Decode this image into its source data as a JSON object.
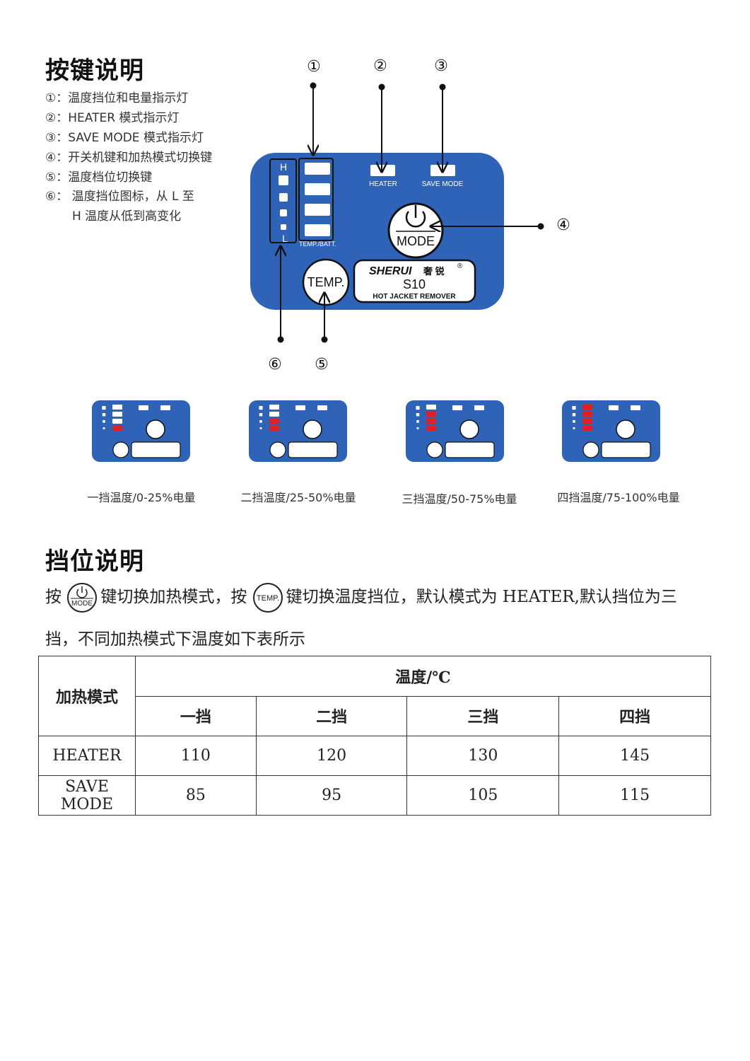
{
  "section1": {
    "title": "按键说明",
    "legend": [
      "①：温度挡位和电量指示灯",
      "②：HEATER 模式指示灯",
      "③：SAVE MODE  模式指示灯",
      "④：开关机键和加热模式切换键",
      "⑤：温度档位切换键",
      "⑥：  温度挡位图标，从 L 至",
      "H 温度从低到高变化"
    ]
  },
  "callouts": [
    "①",
    "②",
    "③",
    "④",
    "⑤",
    "⑥"
  ],
  "panel": {
    "color": "#2e63b8",
    "h_label": "H",
    "l_label": "L",
    "temp_batt_label": "TEMP./BATT.",
    "heater_label": "HEATER",
    "save_mode_label": "SAVE MODE",
    "mode_label": "MODE",
    "temp_label": "TEMP.",
    "brand": "SHERUI",
    "brand_cn": "奢 锐",
    "registered": "®",
    "model": "S10",
    "product": "HOT JACKET REMOVER"
  },
  "levels": [
    {
      "caption": "一挡温度/0-25%电量",
      "lit_bars": 1
    },
    {
      "caption": "二挡温度/25-50%电量",
      "lit_bars": 2
    },
    {
      "caption": "三挡温度/50-75%电量",
      "lit_bars": 3
    },
    {
      "caption": "四挡温度/75-100%电量",
      "lit_bars": 4
    }
  ],
  "colors": {
    "lit": "#e02020",
    "unlit": "#ffffff"
  },
  "section2": {
    "title": "挡位说明",
    "line1_a": "按",
    "line1_b": "键切换加热模式，按",
    "line1_c": "键切换温度挡位，默认模式为 HEATER,默认挡位为三",
    "line2": "挡，不同加热模式下温度如下表所示",
    "icon_mode": "MODE",
    "icon_temp": "TEMP."
  },
  "table": {
    "mode_header": "加热模式",
    "temp_header": "温度/℃",
    "levels": [
      "一挡",
      "二挡",
      "三挡",
      "四挡"
    ],
    "rows": [
      {
        "mode": "HEATER",
        "values": [
          "110",
          "120",
          "130",
          "145"
        ]
      },
      {
        "mode": "SAVE MODE",
        "values": [
          "85",
          "95",
          "105",
          "115"
        ]
      }
    ]
  }
}
